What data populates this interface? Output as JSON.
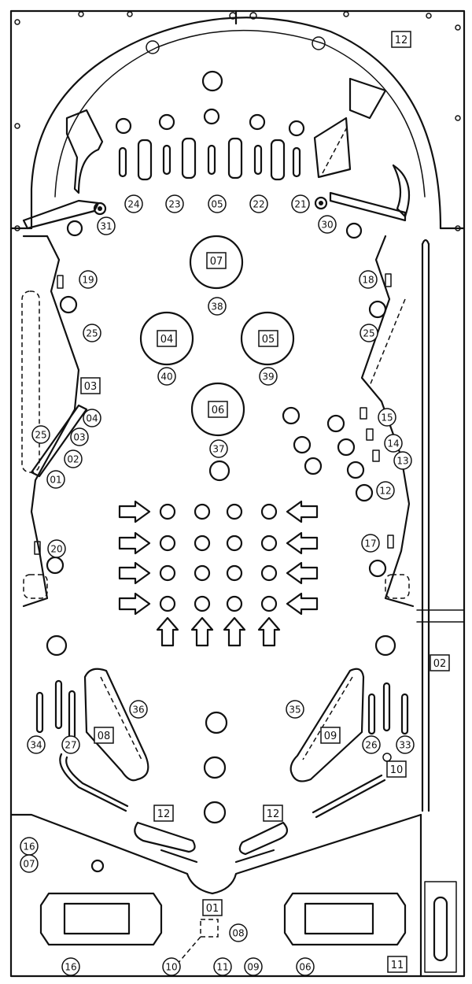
{
  "part_labels_circled": [
    "24",
    "23",
    "05",
    "22",
    "21",
    "31",
    "30",
    "19",
    "18",
    "38",
    "25",
    "25",
    "40",
    "39",
    "04",
    "15",
    "25",
    "03",
    "14",
    "02",
    "13",
    "01",
    "12",
    "37",
    "20",
    "17",
    "36",
    "35",
    "34",
    "27",
    "26",
    "33",
    "16",
    "07",
    "08",
    "16",
    "10",
    "11",
    "09",
    "06"
  ],
  "part_labels_boxed": [
    "12",
    "07",
    "04",
    "05",
    "06",
    "03",
    "02",
    "08",
    "09",
    "10",
    "12",
    "12",
    "01",
    "11"
  ]
}
